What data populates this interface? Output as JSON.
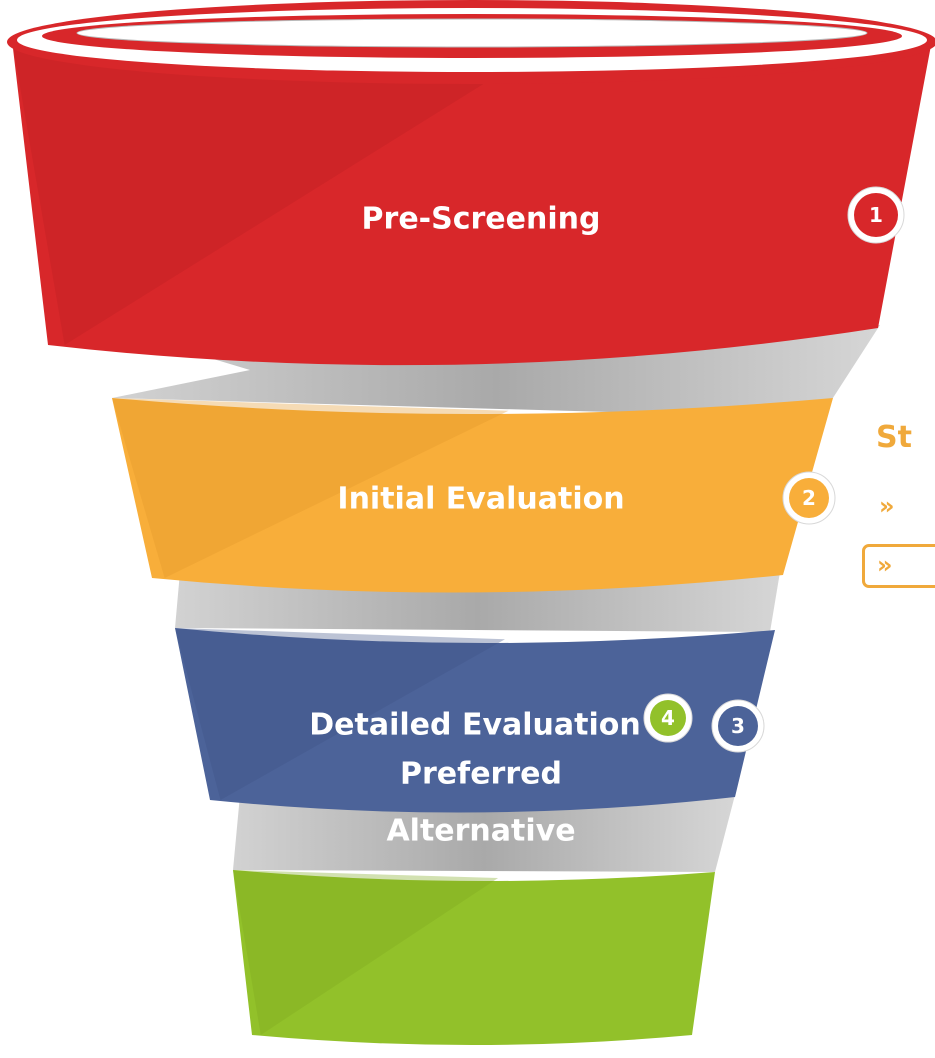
{
  "stages": [
    {
      "number": "1",
      "label_lines": [
        "Pre-Screening"
      ],
      "color": "#d8272a",
      "shade": "#bd1f23"
    },
    {
      "number": "2",
      "label_lines": [
        "Initial Evaluation"
      ],
      "color": "#f8ae3a",
      "shade": "#e3982a"
    },
    {
      "number": "3",
      "label_lines": [
        "Detailed Evaluation"
      ],
      "color": "#4c6399",
      "shade": "#3e5386"
    },
    {
      "number": "4",
      "label_lines": [
        "Preferred",
        "Alternative"
      ],
      "color": "#92c12a",
      "shade": "#7faa1f"
    }
  ],
  "side_panel": {
    "title": "St",
    "bullet_1": "»",
    "bullet_2": "»",
    "accent": "#f0a93b"
  },
  "funnel_interior": "#b9b9b9"
}
